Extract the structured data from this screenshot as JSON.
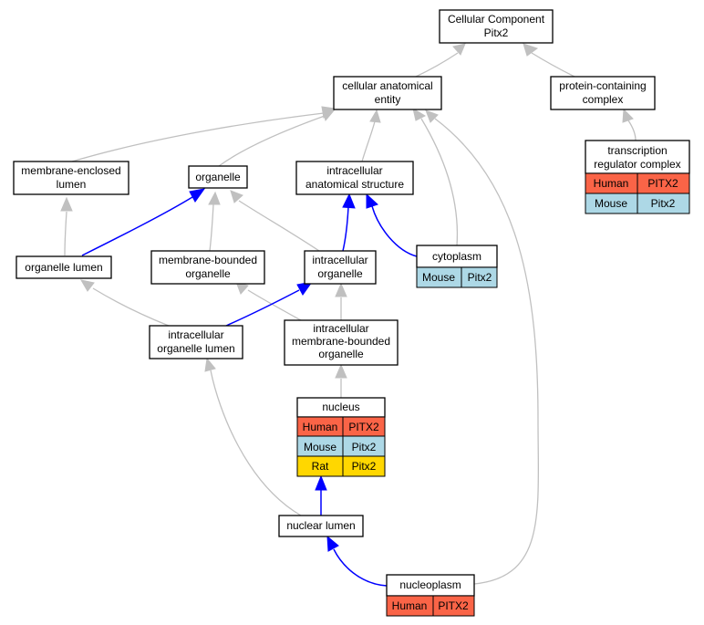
{
  "colors": {
    "human": "#fa6447",
    "mouse": "#add8e6",
    "rat": "#ffd700",
    "edge_gray": "#c0c0c0",
    "edge_blue": "#0000ff"
  },
  "nodes": {
    "root": {
      "line1": "Cellular Component",
      "line2": "Pitx2"
    },
    "cae": {
      "line1": "cellular anatomical",
      "line2": "entity"
    },
    "pcc": {
      "line1": "protein-containing",
      "line2": "complex"
    },
    "trc": {
      "line1": "transcription",
      "line2": "regulator complex",
      "rows": [
        {
          "species": "Human",
          "gene": "PITX2"
        },
        {
          "species": "Mouse",
          "gene": "Pitx2"
        }
      ]
    },
    "mel": {
      "line1": "membrane-enclosed",
      "line2": "lumen"
    },
    "organelle": {
      "label": "organelle"
    },
    "ias": {
      "line1": "intracellular",
      "line2": "anatomical structure"
    },
    "ol": {
      "label": "organelle lumen"
    },
    "mbo": {
      "line1": "membrane-bounded",
      "line2": "organelle"
    },
    "io": {
      "line1": "intracellular",
      "line2": "organelle"
    },
    "cyto": {
      "label": "cytoplasm",
      "rows": [
        {
          "species": "Mouse",
          "gene": "Pitx2"
        }
      ]
    },
    "iol": {
      "line1": "intracellular",
      "line2": "organelle lumen"
    },
    "imbo": {
      "line1": "intracellular",
      "line2": "membrane-bounded",
      "line3": "organelle"
    },
    "nucleus": {
      "label": "nucleus",
      "rows": [
        {
          "species": "Human",
          "gene": "PITX2"
        },
        {
          "species": "Mouse",
          "gene": "Pitx2"
        },
        {
          "species": "Rat",
          "gene": "Pitx2"
        }
      ]
    },
    "nl": {
      "label": "nuclear lumen"
    },
    "np": {
      "label": "nucleoplasm",
      "rows": [
        {
          "species": "Human",
          "gene": "PITX2"
        }
      ]
    }
  }
}
